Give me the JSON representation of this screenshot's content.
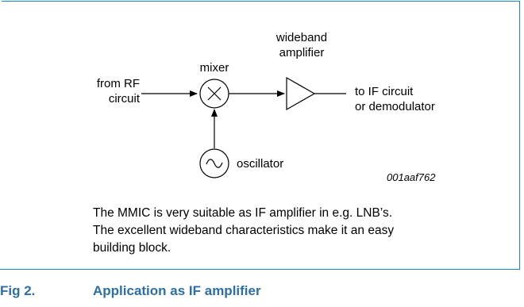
{
  "diagram": {
    "input_label": [
      "from RF",
      "circuit"
    ],
    "mixer_label": "mixer",
    "amplifier_label": [
      "wideband",
      "amplifier"
    ],
    "output_label": [
      "to IF circuit",
      "or demodulator"
    ],
    "oscillator_label": "oscillator",
    "figure_code": "001aaf762"
  },
  "description": [
    "The MMIC is very suitable as IF amplifier in e.g. LNB’s.",
    "The excellent wideband characteristics make it an easy",
    "building block."
  ],
  "figure": {
    "number": "Fig 2.",
    "title": "Application as IF amplifier"
  },
  "colors": {
    "accent": "#0e8bc6",
    "caption": "#2c6fa5"
  }
}
